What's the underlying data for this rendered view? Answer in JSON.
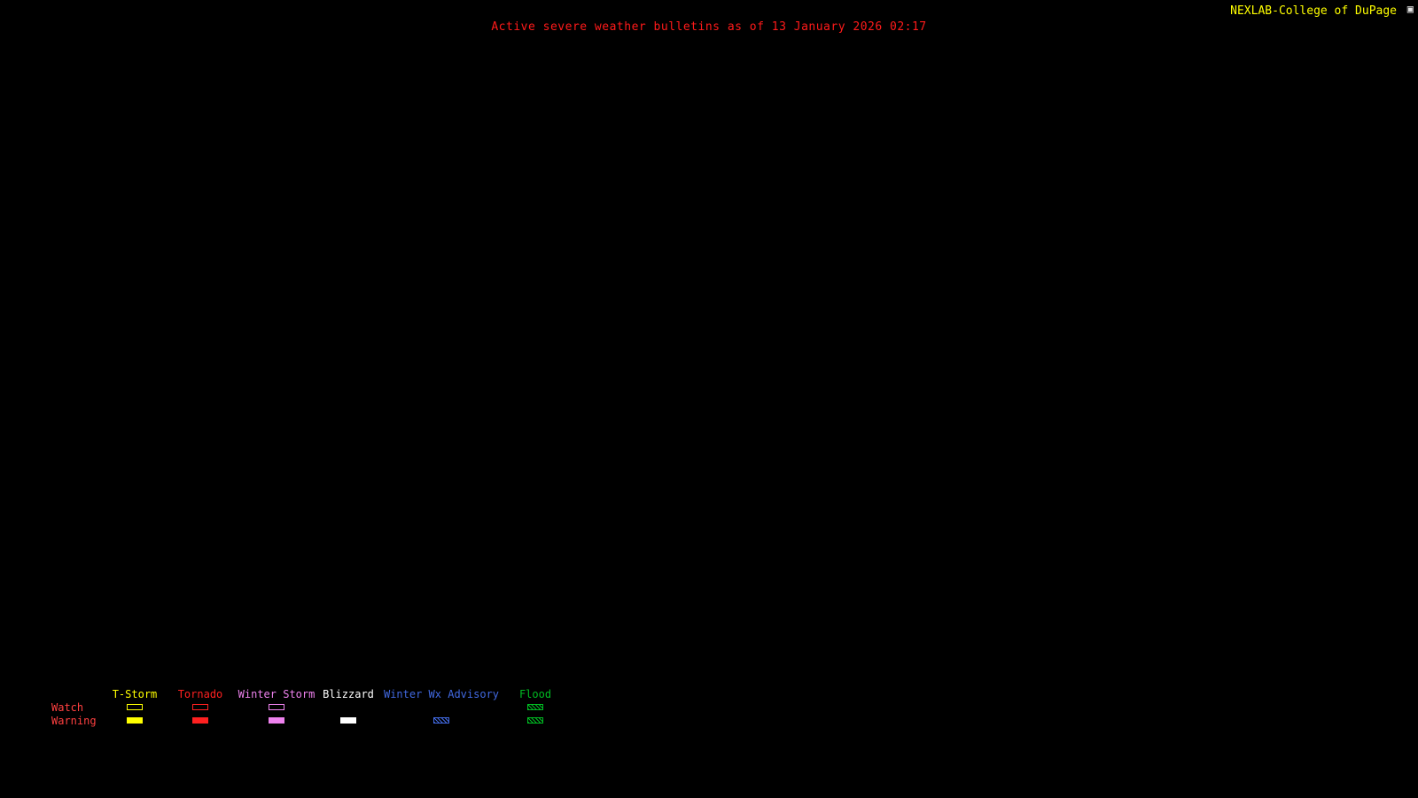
{
  "header": {
    "title": "Active severe weather bulletins as of 13 January 2026 02:17",
    "title_color": "#ff1a1a",
    "brand": "NEXLAB-College of DuPage",
    "brand_color": "#ffff00"
  },
  "icons": {
    "corner_logo": "▣"
  },
  "legend": {
    "row_labels": [
      "Watch",
      "Warning"
    ],
    "row_label_color": "#ff4040",
    "columns": [
      {
        "label": "T-Storm",
        "color": "#ffff00",
        "watch": "outline",
        "warning": "filled"
      },
      {
        "label": "Tornado",
        "color": "#ff2020",
        "watch": "outline",
        "warning": "filled"
      },
      {
        "label": "Winter Storm",
        "color": "#ee82ee",
        "watch": "outline",
        "warning": "filled"
      },
      {
        "label": "Blizzard",
        "color": "#ffffff",
        "watch": "none",
        "warning": "filled"
      },
      {
        "label": "Winter Wx Advisory",
        "color": "#4169e1",
        "watch": "none",
        "warning": "hatched"
      },
      {
        "label": "Flood",
        "color": "#00bb22",
        "watch": "hatched",
        "warning": "hatched"
      }
    ]
  },
  "map": {
    "background": "#000000"
  }
}
